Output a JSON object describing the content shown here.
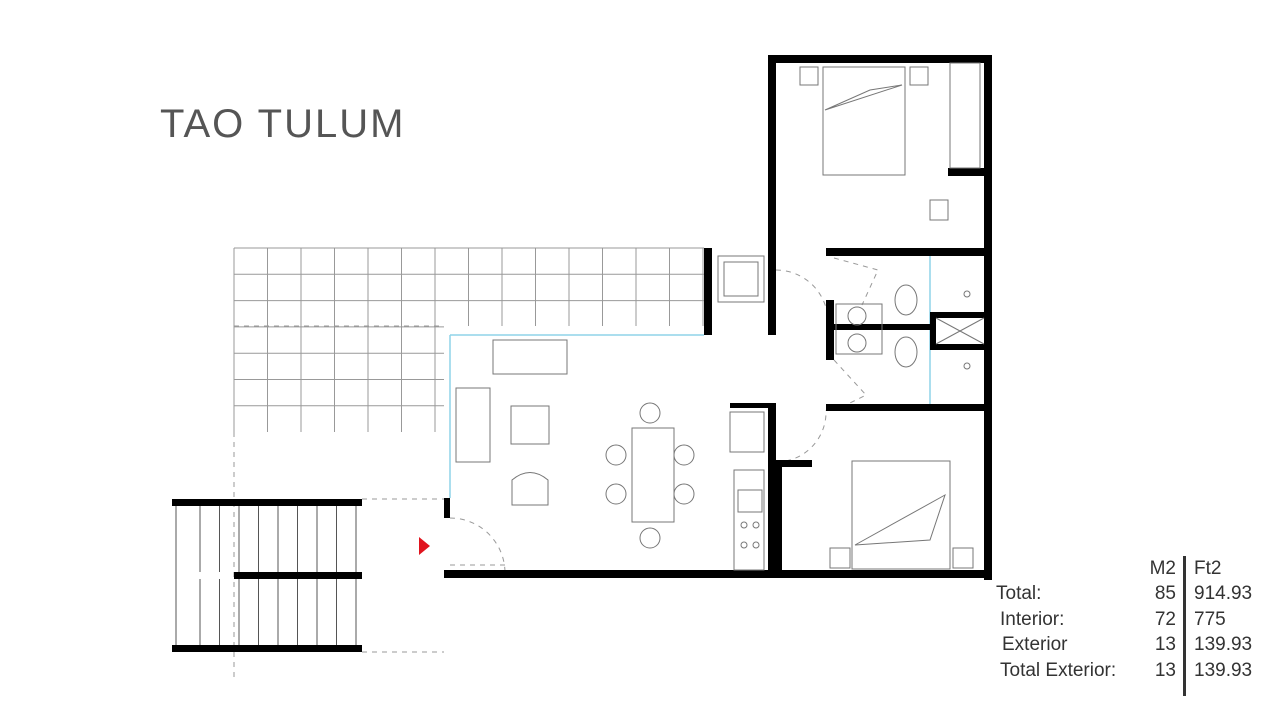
{
  "title": "TAO TULUM",
  "area_table": {
    "headers": {
      "m2": "M2",
      "ft2": "Ft2"
    },
    "rows": [
      {
        "label": "Total:",
        "m2": "85",
        "ft2": "914.93"
      },
      {
        "label": "Interior:",
        "m2": "72",
        "ft2": "775"
      },
      {
        "label": "Exterior",
        "m2": "13",
        "ft2": "139.93"
      },
      {
        "label": "Total Exterior:",
        "m2": "13",
        "ft2": "139.93"
      }
    ]
  },
  "colors": {
    "wall": "#000000",
    "entry_marker": "#e0141e",
    "glass": "#8fd3e8"
  }
}
